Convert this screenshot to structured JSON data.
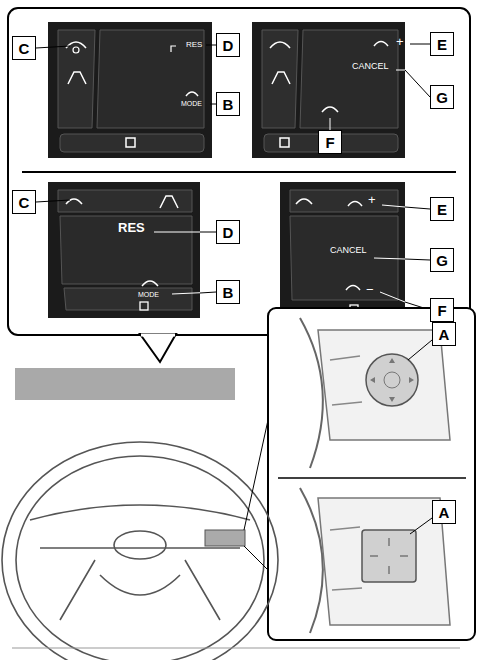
{
  "diagram": {
    "nodes": [
      {
        "text": [
          "C"
        ]
      },
      {
        "text": [
          "D"
        ]
      },
      {
        "text": [
          "B"
        ]
      },
      {
        "text": [
          "E"
        ]
      },
      {
        "text": [
          "G"
        ]
      },
      {
        "text": [
          "F"
        ]
      },
      {
        "text": [
          "C"
        ]
      },
      {
        "text": [
          "D"
        ]
      },
      {
        "text": [
          "B"
        ]
      },
      {
        "text": [
          "E"
        ]
      },
      {
        "text": [
          "G"
        ]
      },
      {
        "text": [
          "F"
        ]
      },
      {
        "text": [
          "A"
        ]
      },
      {
        "text": [
          "A"
        ]
      }
    ],
    "labels": [
      "RES",
      "MODE",
      "CANCEL",
      "+",
      "RES",
      "MODE",
      "+",
      "CANCEL",
      "−"
    ]
  }
}
